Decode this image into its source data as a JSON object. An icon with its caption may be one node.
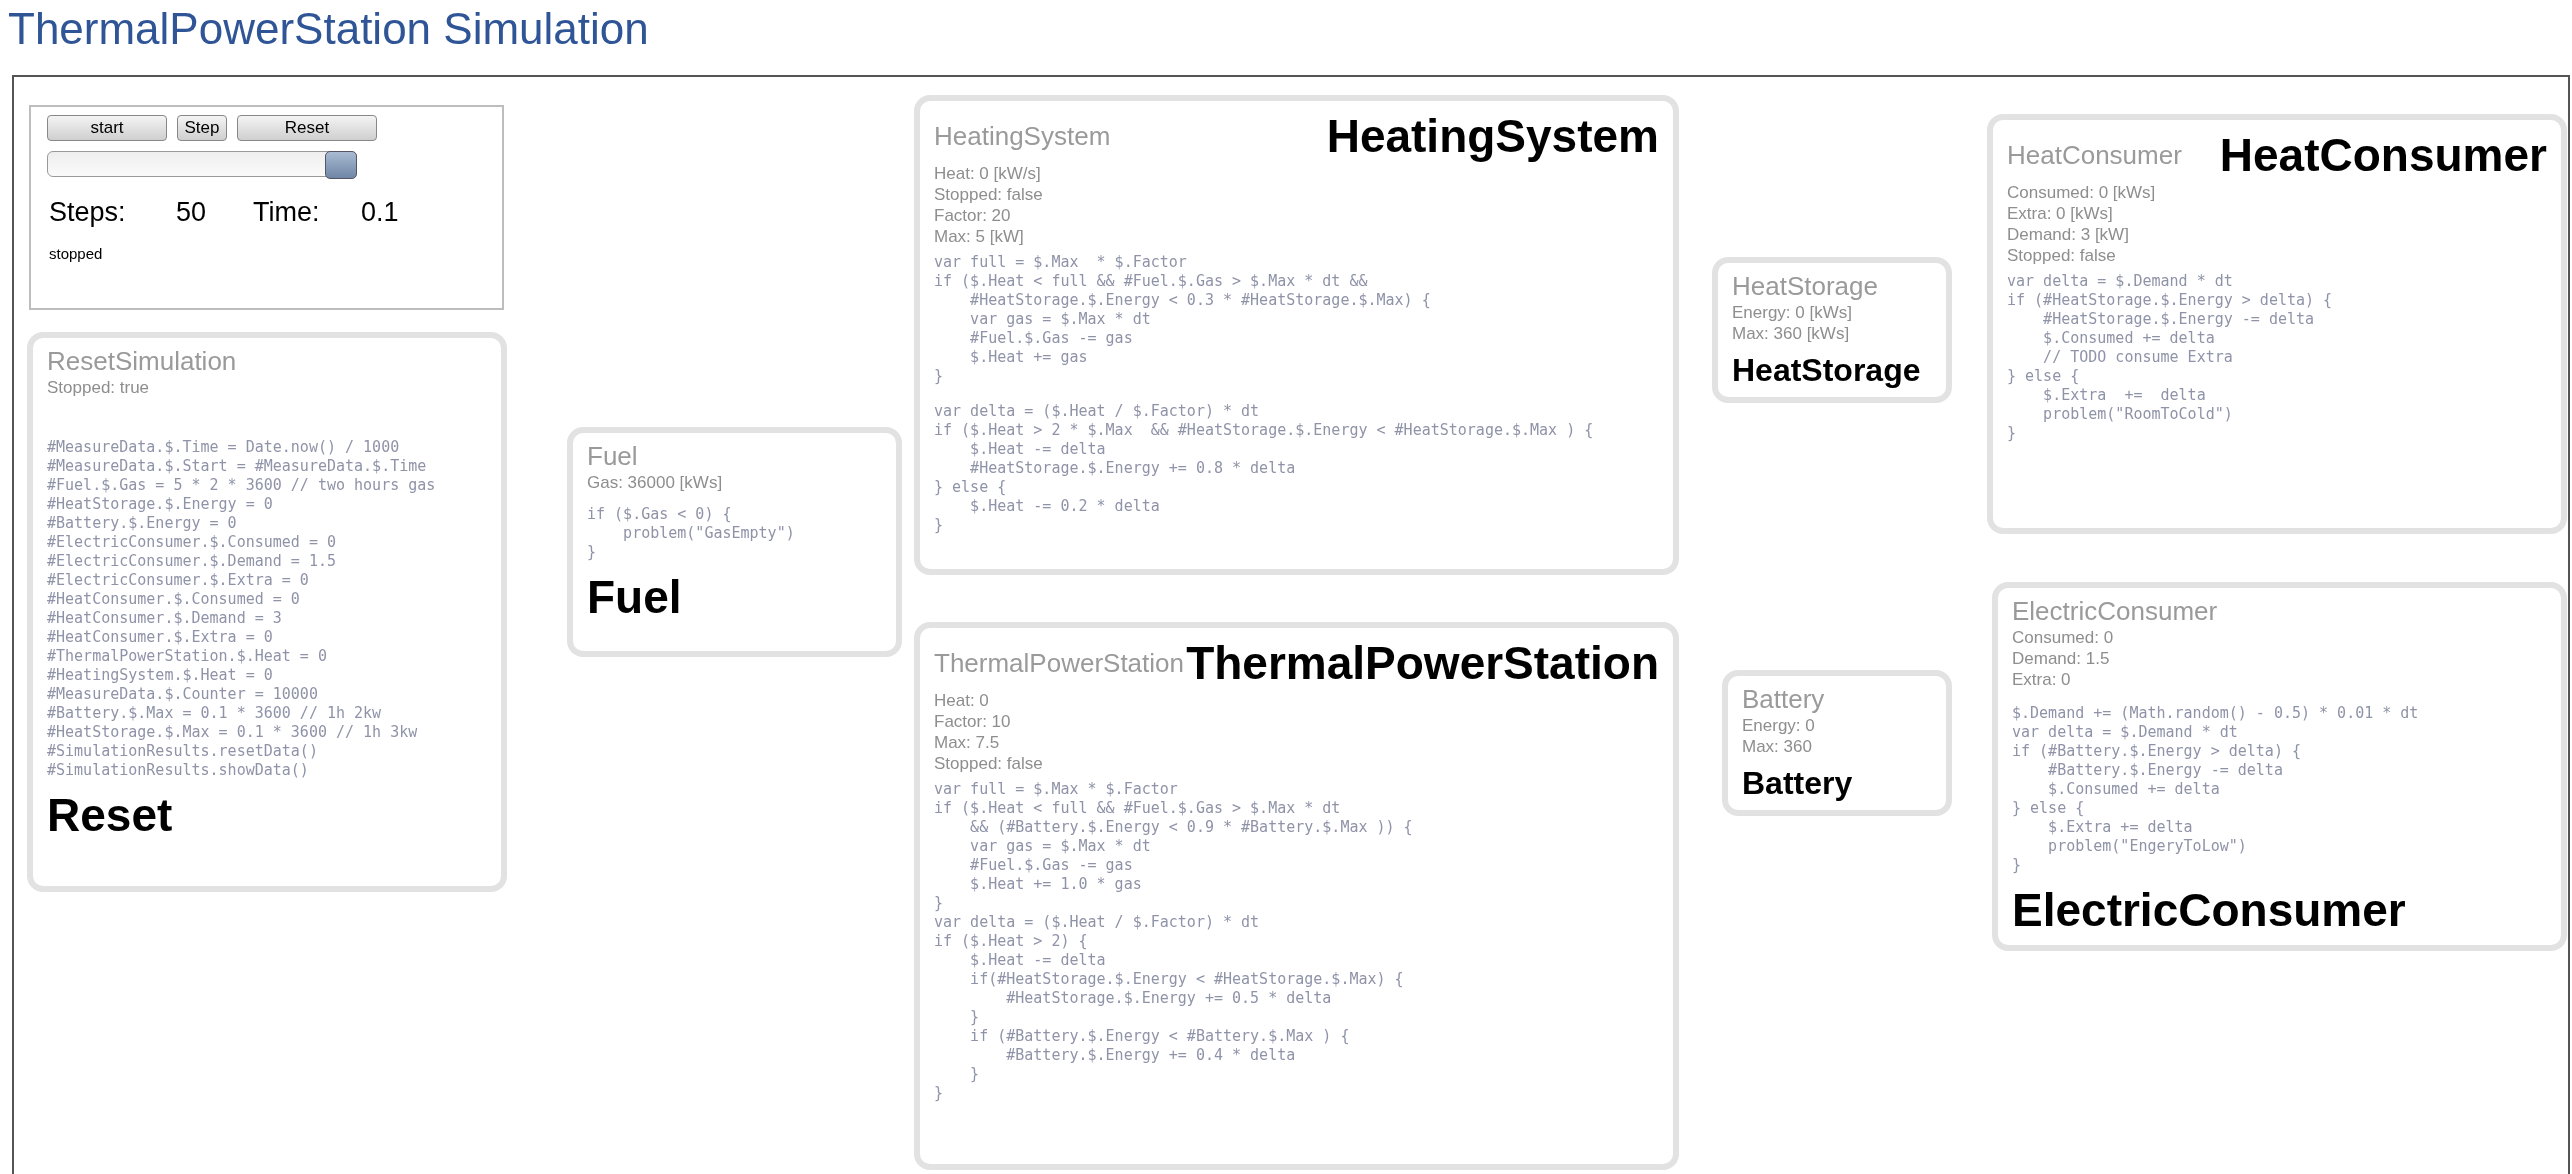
{
  "diagram": {
    "title": "ThermalPowerStation Simulation",
    "nodes": [
      {
        "text": [
          "start",
          "Step",
          "Reset",
          "Steps:",
          "50",
          "Time:",
          "0.1",
          "stopped"
        ]
      },
      {
        "text": [
          "ResetSimulation",
          "Stopped: true",
          "#MeasureData.$.Time = Date.now() / 1000",
          "#MeasureData.$.Start = #MeasureData.$.Time",
          "#Fuel.$.Gas = 5 * 2 * 3600 // two hours gas",
          "#HeatStorage.$.Energy = 0",
          "#Battery.$.Energy = 0",
          "#ElectricConsumer.$.Consumed = 0",
          "#ElectricConsumer.$.Demand = 1.5",
          "#ElectricConsumer.$.Extra = 0",
          "#HeatConsumer.$.Consumed = 0",
          "#HeatConsumer.$.Demand = 3",
          "#HeatConsumer.$.Extra = 0",
          "#ThermalPowerStation.$.Heat = 0",
          "#HeatingSystem.$.Heat = 0",
          "#MeasureData.$.Counter = 10000",
          "#Battery.$.Max = 0.1 * 3600 // 1h 2kw",
          "#HeatStorage.$.Max = 0.1 * 3600 // 1h 3kw",
          "#SimulationResults.resetData()",
          "#SimulationResults.showData()",
          "Reset"
        ]
      },
      {
        "text": [
          "Fuel",
          "Gas: 36000 [kWs]",
          "if ($.Gas < 0) {",
          "    problem(\"GasEmpty\")",
          "}",
          "Fuel"
        ]
      },
      {
        "text": [
          "HeatingSystem",
          "Heat: 0 [kW/s]",
          "Stopped: false",
          "Factor: 20",
          "Max: 5 [kW]",
          "var full = $.Max  * $.Factor",
          "if ($.Heat < full && #Fuel.$.Gas > $.Max * dt &&",
          "    #HeatStorage.$.Energy < 0.3 * #HeatStorage.$.Max) {",
          "    var gas = $.Max * dt",
          "    #Fuel.$.Gas -= gas",
          "    $.Heat += gas",
          "}",
          "var delta = ($.Heat / $.Factor) * dt",
          "if ($.Heat > 2 * $.Max  && #HeatStorage.$.Energy < #HeatStorage.$.Max ) {",
          "    $.Heat -= delta",
          "    #HeatStorage.$.Energy += 0.8 * delta",
          "} else {",
          "    $.Heat -= 0.2 * delta",
          "}",
          "HeatingSystem"
        ]
      },
      {
        "text": [
          "ThermalPowerStation",
          "Heat: 0",
          "Factor: 10",
          "Max: 7.5",
          "Stopped: false",
          "var full = $.Max * $.Factor",
          "if ($.Heat < full && #Fuel.$.Gas > $.Max * dt",
          "    && (#Battery.$.Energy < 0.9 * #Battery.$.Max )) {",
          "    var gas = $.Max * dt",
          "    #Fuel.$.Gas -= gas",
          "    $.Heat += 1.0 * gas",
          "}",
          "var delta = ($.Heat / $.Factor) * dt",
          "if ($.Heat > 2) {",
          "    $.Heat -= delta",
          "    if(#HeatStorage.$.Energy < #HeatStorage.$.Max) {",
          "        #HeatStorage.$.Energy += 0.5 * delta",
          "    }",
          "    if (#Battery.$.Energy < #Battery.$.Max ) {",
          "        #Battery.$.Energy += 0.4 * delta",
          "    }",
          "}",
          "ThermalPowerStation"
        ]
      },
      {
        "text": [
          "HeatStorage",
          "Energy: 0 [kWs]",
          "Max: 360 [kWs]",
          "HeatStorage"
        ]
      },
      {
        "text": [
          "HeatConsumer",
          "Consumed: 0 [kWs]",
          "Extra: 0 [kWs]",
          "Demand: 3 [kW]",
          "Stopped: false",
          "var delta = $.Demand * dt",
          "if (#HeatStorage.$.Energy > delta) {",
          "    #HeatStorage.$.Energy -= delta",
          "    $.Consumed += delta",
          "    // TODO consume Extra",
          "} else {",
          "    $.Extra  +=  delta",
          "    problem(\"RoomToCold\")",
          "}",
          "HeatConsumer"
        ]
      },
      {
        "text": [
          "Battery",
          "Energy: 0",
          "Max: 360",
          "Battery"
        ]
      },
      {
        "text": [
          "ElectricConsumer",
          "Consumed: 0",
          "Demand: 1.5",
          "Extra: 0",
          "$.Demand += (Math.random() - 0.5) * 0.01 * dt",
          "var delta = $.Demand * dt",
          "if (#Battery.$.Energy > delta) {",
          "    #Battery.$.Energy -= delta",
          "    $.Consumed += delta",
          "} else {",
          "    $.Extra += delta",
          "    problem(\"EngeryToLow\")",
          "}",
          "ElectricConsumer"
        ]
      }
    ]
  }
}
